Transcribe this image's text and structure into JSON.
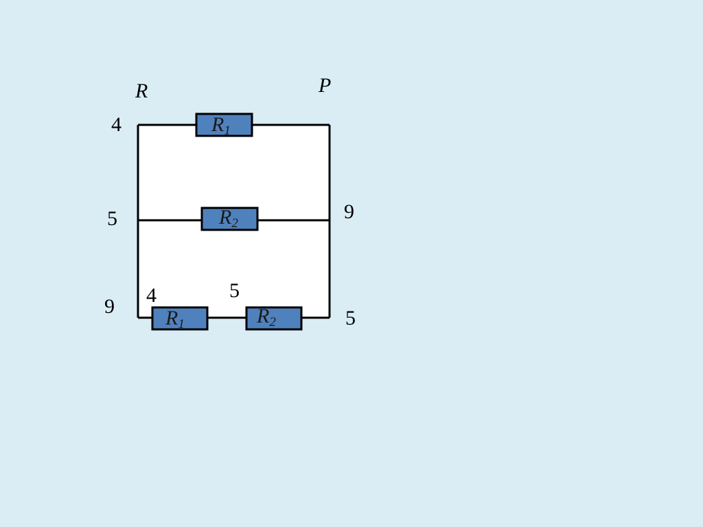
{
  "colors": {
    "background": "#daecf4",
    "circuit_fill": "#ffffff",
    "resistor_fill": "#4f81bd",
    "wire": "#000000"
  },
  "labels": {
    "top_left_letter": "R",
    "top_right_letter": "P",
    "row1_left_value": "4",
    "row2_left_value": "5",
    "row2_right_value": "9",
    "row3_left_value": "9",
    "row3_inner_left_value": "4",
    "row3_middle_value": "5",
    "row3_right_value": "5"
  },
  "resistors": {
    "top": {
      "letter": "R",
      "sub": "1"
    },
    "middle": {
      "letter": "R",
      "sub": "2"
    },
    "bottom_left": {
      "letter": "R",
      "sub": "1"
    },
    "bottom_right": {
      "letter": "R",
      "sub": "2"
    }
  }
}
